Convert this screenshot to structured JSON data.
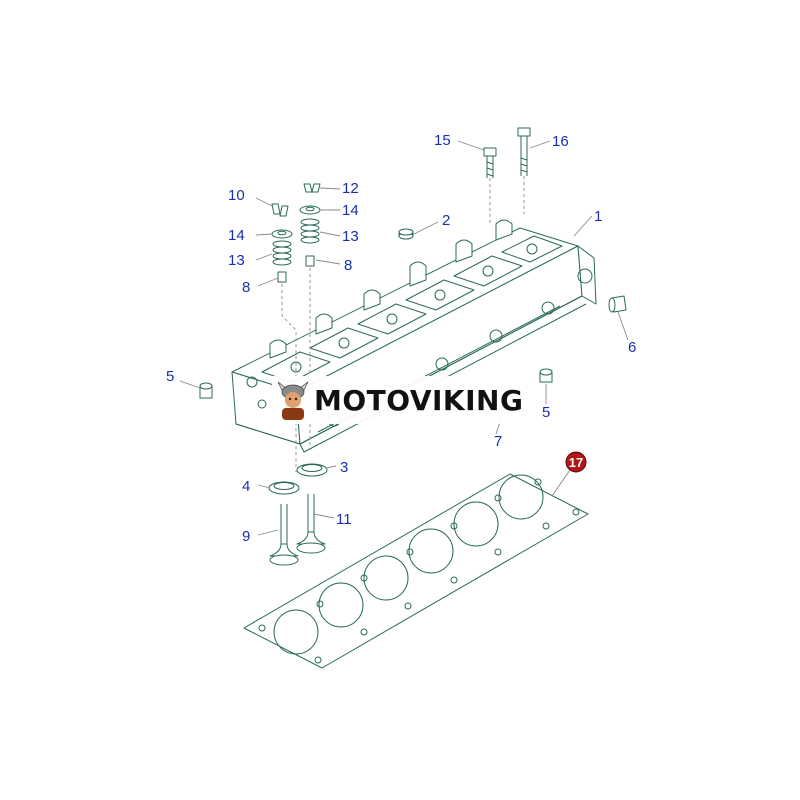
{
  "callouts": {
    "c1": "1",
    "c2": "2",
    "c3": "3",
    "c4": "4",
    "c5a": "5",
    "c5b": "5",
    "c6": "6",
    "c7": "7",
    "c8a": "8",
    "c8b": "8",
    "c9": "9",
    "c10": "10",
    "c11": "11",
    "c12": "12",
    "c13a": "13",
    "c13b": "13",
    "c14a": "14",
    "c14b": "14",
    "c15": "15",
    "c16": "16",
    "c17": "17"
  },
  "watermark": {
    "text": "MOTOVIKING"
  },
  "colors": {
    "callout_text": "#1a2fb0",
    "line_art": "#2a6a5a",
    "highlight_badge": "#b01818"
  }
}
